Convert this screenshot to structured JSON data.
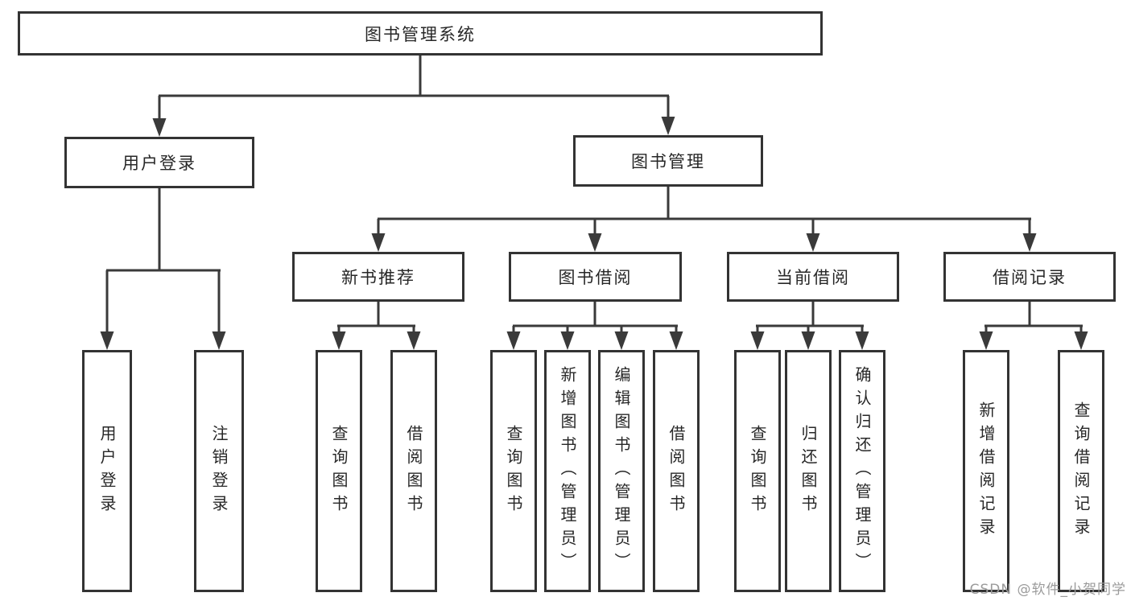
{
  "diagram": {
    "root": {
      "label": "图书管理系统"
    },
    "branches": [
      {
        "label": "用户登录",
        "children": [
          {
            "label": "用户登录"
          },
          {
            "label": "注销登录"
          }
        ]
      },
      {
        "label": "图书管理",
        "children": [
          {
            "label": "新书推荐",
            "children": [
              {
                "label": "查询图书"
              },
              {
                "label": "借阅图书"
              }
            ]
          },
          {
            "label": "图书借阅",
            "children": [
              {
                "label": "查询图书"
              },
              {
                "label": "新增图书（管理员）"
              },
              {
                "label": "编辑图书（管理员）"
              },
              {
                "label": "借阅图书"
              }
            ]
          },
          {
            "label": "当前借阅",
            "children": [
              {
                "label": "查询图书"
              },
              {
                "label": "归还图书"
              },
              {
                "label": "确认归还（管理员）"
              }
            ]
          },
          {
            "label": "借阅记录",
            "children": [
              {
                "label": "新增借阅记录"
              },
              {
                "label": "查询借阅记录"
              }
            ]
          }
        ]
      }
    ]
  },
  "watermark": {
    "text": "CSDN @软件_小贺同学"
  },
  "colors": {
    "line": "#3a3a3a",
    "box_border": "#333333",
    "text": "#272727",
    "watermark": "#9b9b9b",
    "background": "#ffffff"
  }
}
